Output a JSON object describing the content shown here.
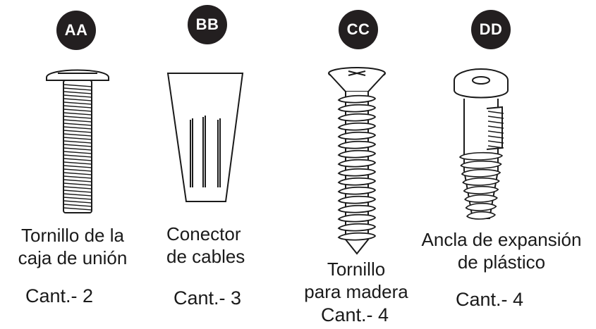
{
  "parts": [
    {
      "badge": "AA",
      "name_line1": "Tornillo de la",
      "name_line2": "caja de unión",
      "qty": "Cant.- 2",
      "icon": "machine-screw-icon"
    },
    {
      "badge": "BB",
      "name_line1": "Conector",
      "name_line2": "de cables",
      "qty": "Cant.- 3",
      "icon": "wire-connector-icon"
    },
    {
      "badge": "CC",
      "name_line1": "Tornillo",
      "name_line2": "para madera",
      "qty": "Cant.- 4",
      "icon": "wood-screw-icon"
    },
    {
      "badge": "DD",
      "name_line1": "Ancla de expansión",
      "name_line2": "de plástico",
      "qty": "Cant.- 4",
      "icon": "plastic-anchor-icon"
    }
  ],
  "colors": {
    "badge_bg": "#231f20",
    "badge_text": "#ffffff",
    "line_art": "#1a1a1a"
  }
}
